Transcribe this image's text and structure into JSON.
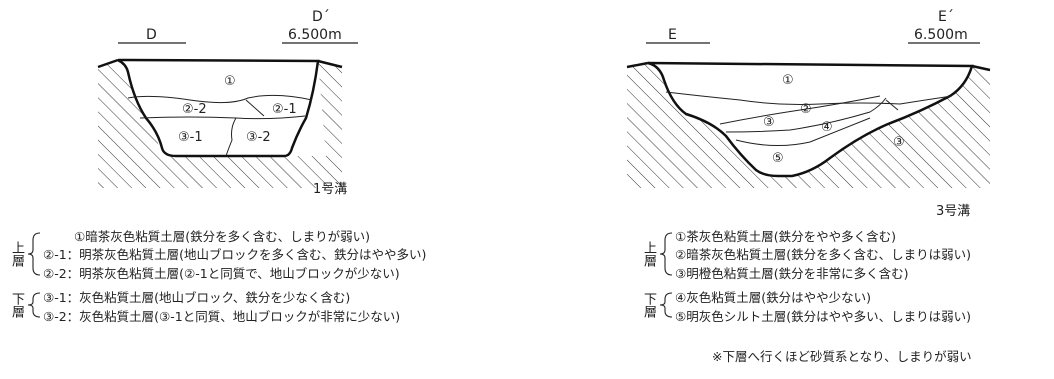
{
  "left": {
    "section_start": "D",
    "section_end": "D´",
    "elevation": "6.500m",
    "trench": "1号溝",
    "zones": [
      "①",
      "②-2",
      "②-1",
      "③-1",
      "③-2"
    ],
    "upper_label": "上層",
    "lower_label": "下層",
    "legend": [
      "①暗茶灰色粘質土層(鉄分を多く含む、しまりが弱い)",
      "②-1：明茶灰色粘質土層(地山ブロックを多く含む、鉄分はやや多い)",
      "②-2：明茶灰色粘質土層(②-1と同質で、地山ブロックが少ない)",
      "③-1：灰色粘質土層(地山ブロック、鉄分を少なく含む)",
      "③-2：灰色粘質土層(③-1と同質、地山ブロックが非常に少ない)"
    ]
  },
  "right": {
    "section_start": "E",
    "section_end": "E´",
    "elevation": "6.500m",
    "trench": "3号溝",
    "zones": [
      "①",
      "②",
      "③",
      "④",
      "⑤",
      "③"
    ],
    "upper_label": "上層",
    "lower_label": "下層",
    "legend": [
      "①茶灰色粘質土層(鉄分をやや多く含む)",
      "②暗茶灰色粘質土層(鉄分を多く含む、しまりは弱い)",
      "③明橙色粘質土層(鉄分を非常に多く含む)",
      "④灰色粘質土層(鉄分はやや少ない)",
      "⑤明灰色シルト土層(鉄分はやや多い、しまりは弱い)"
    ],
    "note": "※下層へ行くほど砂質系となり、しまりが弱い"
  }
}
